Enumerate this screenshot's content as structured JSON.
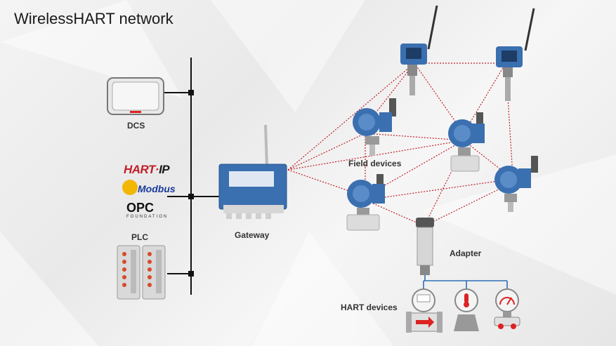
{
  "title": "WirelessHART network",
  "labels": {
    "dcs": "DCS",
    "plc": "PLC",
    "gateway": "Gateway",
    "field_devices": "Field devices",
    "adapter": "Adapter",
    "hart_devices": "HART devices"
  },
  "logos": {
    "hart_ip_main": "HART·",
    "hart_ip_suffix": "IP",
    "modbus": "Modbus",
    "opc": "OPC",
    "opc_sub": "FOUNDATION"
  },
  "colors": {
    "device_blue": "#3a6fb0",
    "mesh_red": "#c0202a",
    "bus_black": "#111111",
    "hart_line_blue": "#2f6fb5"
  }
}
